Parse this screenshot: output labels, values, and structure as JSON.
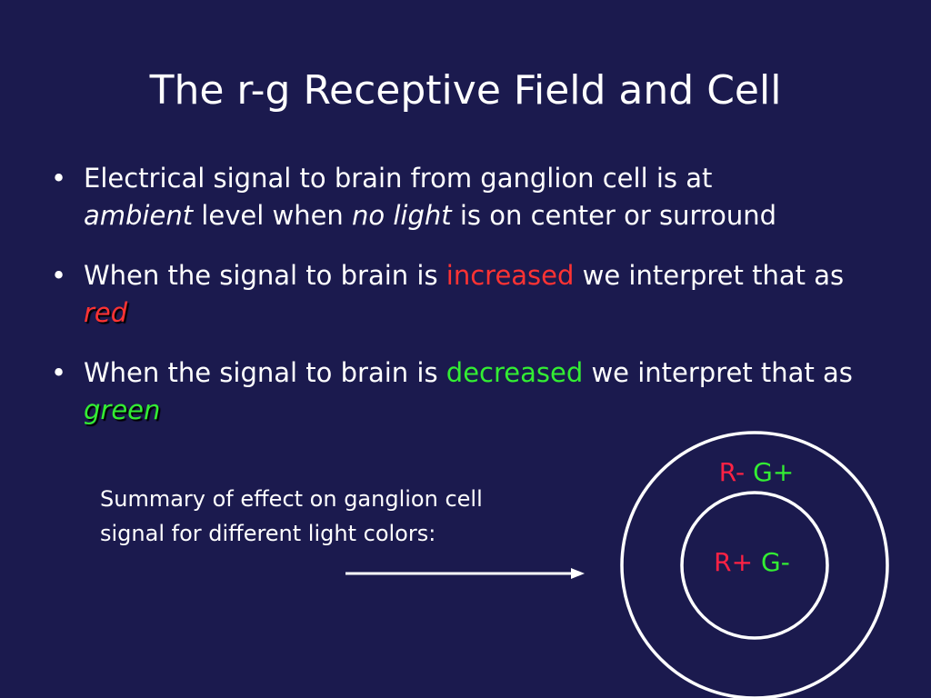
{
  "slide": {
    "title": "The r-g Receptive Field and Cell",
    "bullets": [
      {
        "parts": {
          "p1": "Electrical signal to brain from ganglion cell is at",
          "p2": "ambient",
          "p3": " level when ",
          "p4": "no light",
          "p5": " is on center or surround"
        }
      },
      {
        "parts": {
          "p1": "When the signal to brain is ",
          "p2": "increased",
          "p3": " we interpret that as ",
          "p4": "red"
        }
      },
      {
        "parts": {
          "p1": "When the signal to brain is ",
          "p2": "decreased",
          "p3": " we interpret that as ",
          "p4": "green"
        }
      }
    ],
    "bullet_char": "•",
    "summary_line1": "Summary of effect on ganglion cell",
    "summary_line2": "signal for different light colors:",
    "surround_label": {
      "r": "R-",
      "g": "G+"
    },
    "center_label": {
      "r": "R+",
      "g": "G-"
    }
  },
  "colors": {
    "background": "#1b1a4e",
    "text": "#ffffff",
    "red": "#ff3333",
    "green": "#33ee33"
  }
}
